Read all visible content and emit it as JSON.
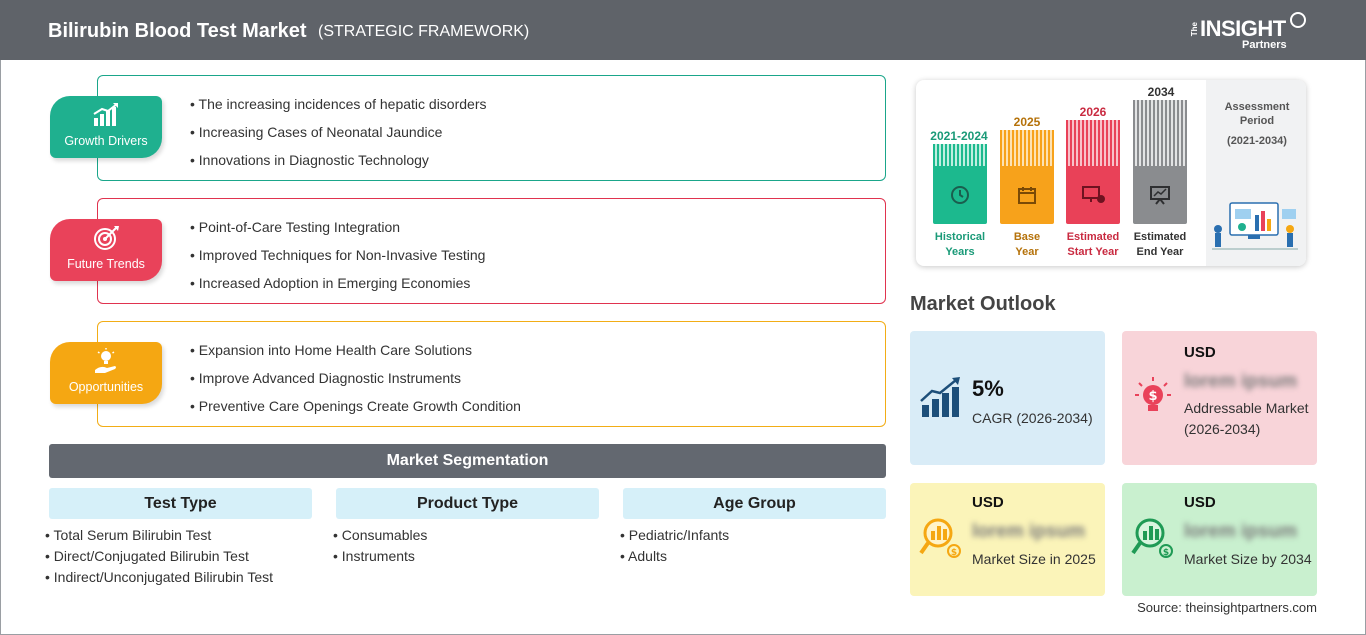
{
  "header": {
    "title": "Bilirubin Blood Test Market",
    "subtitle": "(STRATEGIC FRAMEWORK)",
    "logo": {
      "the": "The",
      "word": "INSIGHT",
      "partners": "Partners"
    }
  },
  "categories": [
    {
      "key": "drivers",
      "label": "Growth Drivers",
      "icon": "growth-chart-icon",
      "color": "#1fb08f",
      "items": [
        "The increasing incidences of hepatic disorders",
        "Increasing Cases of Neonatal Jaundice",
        "Innovations in Diagnostic Technology"
      ]
    },
    {
      "key": "trends",
      "label": "Future Trends",
      "icon": "target-icon",
      "color": "#e9425a",
      "items": [
        "Point-of-Care Testing Integration",
        "Improved Techniques for Non-Invasive Testing",
        "Increased Adoption in Emerging Economies"
      ]
    },
    {
      "key": "opps",
      "label": "Opportunities",
      "icon": "lightbulb-hand-icon",
      "color": "#f5a712",
      "items": [
        "Expansion into Home Health Care Solutions",
        "Improve Advanced Diagnostic Instruments",
        "Preventive Care Openings Create Growth Condition"
      ]
    }
  ],
  "segmentation": {
    "title": "Market Segmentation",
    "columns": [
      {
        "head": "Test Type",
        "items": [
          "Total Serum Bilirubin Test",
          "Direct/Conjugated Bilirubin Test",
          "Indirect/Unconjugated Bilirubin Test"
        ]
      },
      {
        "head": "Product Type",
        "items": [
          "Consumables",
          "Instruments"
        ]
      },
      {
        "head": "Age Group",
        "items": [
          "Pediatric/Infants",
          "Adults"
        ]
      }
    ]
  },
  "timeline": {
    "bars": [
      {
        "year": "2021-2024",
        "label1": "Historical",
        "label2": "Years",
        "color": "#1cb98e",
        "year_color": "#1a9a78",
        "icon": "history-icon"
      },
      {
        "year": "2025",
        "label1": "Base",
        "label2": "Year",
        "color": "#f7a21b",
        "year_color": "#b5720a",
        "icon": "calendar-icon"
      },
      {
        "year": "2026",
        "label1": "Estimated",
        "label2": "Start Year",
        "color": "#e94158",
        "year_color": "#c92a40",
        "icon": "monitor-chart-icon"
      },
      {
        "year": "2034",
        "label1": "Estimated",
        "label2": "End Year",
        "color": "#8a8c8f",
        "year_color": "#333333",
        "icon": "presentation-icon"
      }
    ],
    "assessment": {
      "line1": "Assessment",
      "line2": "Period",
      "line3": "(2021-2034)"
    }
  },
  "outlook": {
    "title": "Market Outlook",
    "cagr": {
      "value": "5%",
      "desc": "CAGR (2026-2034)"
    },
    "addressable": {
      "usd": "USD",
      "value": "lorem ipsum",
      "desc": "Addressable Market (2026-2034)"
    },
    "size2025": {
      "usd": "USD",
      "value": "lorem ipsum",
      "desc": "Market Size in 2025"
    },
    "size2034": {
      "usd": "USD",
      "value": "lorem ipsum",
      "desc": "Market Size by 2034"
    }
  },
  "source": "Source: theinsightpartners.com"
}
